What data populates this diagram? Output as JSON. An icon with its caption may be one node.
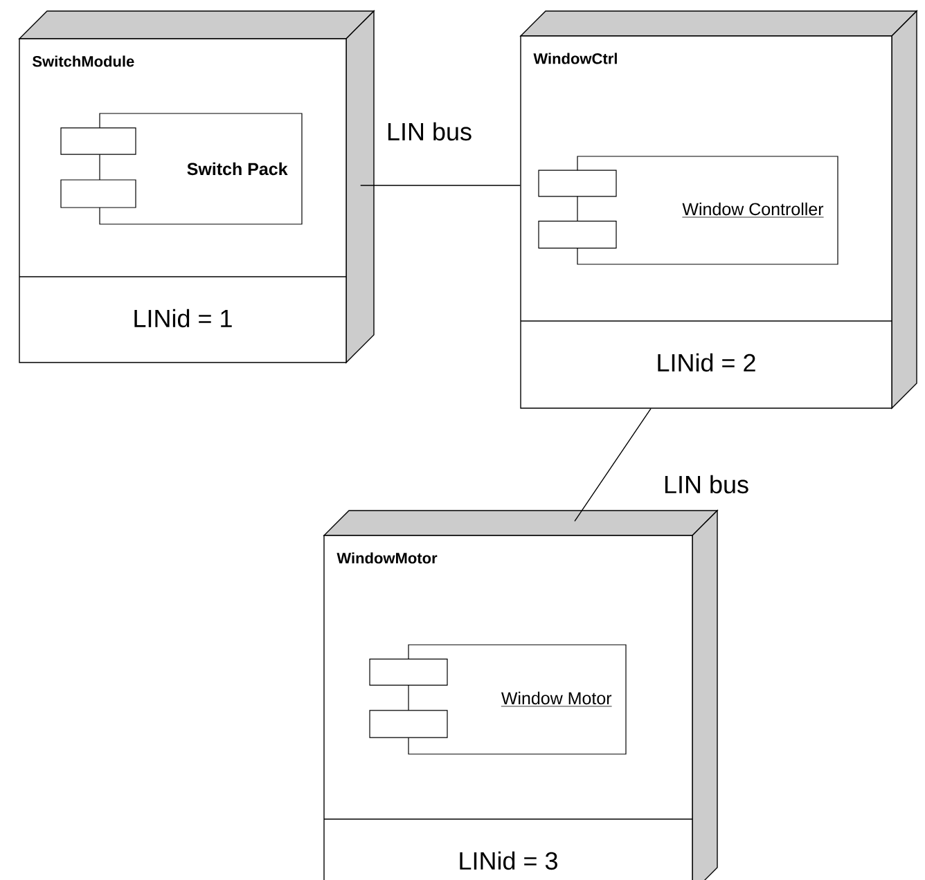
{
  "diagram": {
    "nodes": [
      {
        "text": [
          "SwitchModule",
          "LINid = 1"
        ]
      },
      {
        "text": [
          "Switch Pack"
        ],
        "in": 0
      },
      {
        "text": [
          "WindowCtrl",
          "LINid = 2"
        ]
      },
      {
        "text": [
          "Window Controller"
        ],
        "in": 2
      },
      {
        "text": [
          "WindowMotor",
          "LINid = 3"
        ]
      },
      {
        "text": [
          "Window Motor"
        ],
        "in": 4
      }
    ],
    "edges": [
      {
        "from": 0,
        "to": 2,
        "arrow": "none",
        "label": "LIN bus"
      },
      {
        "from": 2,
        "to": 4,
        "arrow": "none",
        "label": "LIN bus"
      }
    ]
  }
}
